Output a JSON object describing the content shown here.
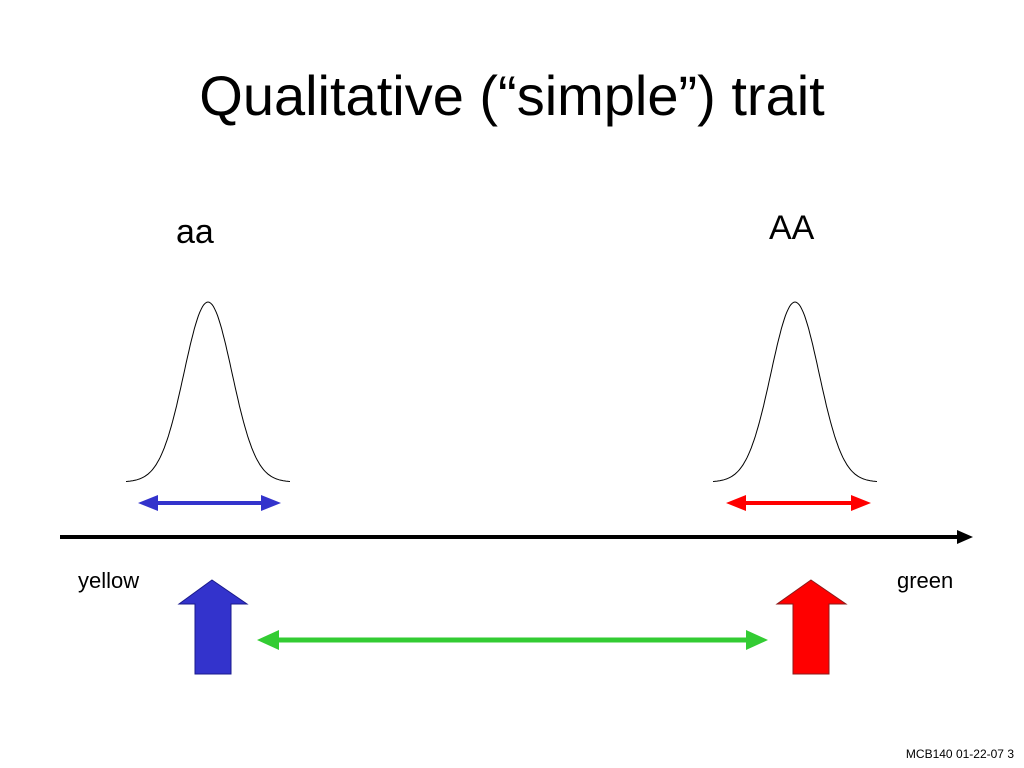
{
  "slide": {
    "title": "Qualitative (“simple”) trait",
    "genotypes": {
      "left": "aa",
      "right": "AA"
    },
    "axis": {
      "left_label": "yellow",
      "right_label": "green"
    },
    "footer": "MCB140 01-22-07 3"
  },
  "colors": {
    "aa_arrow": "#3333cc",
    "AA_arrow": "#ff0000",
    "between_arrow": "#33cc33",
    "axis": "#000000",
    "curve": "#000000"
  }
}
